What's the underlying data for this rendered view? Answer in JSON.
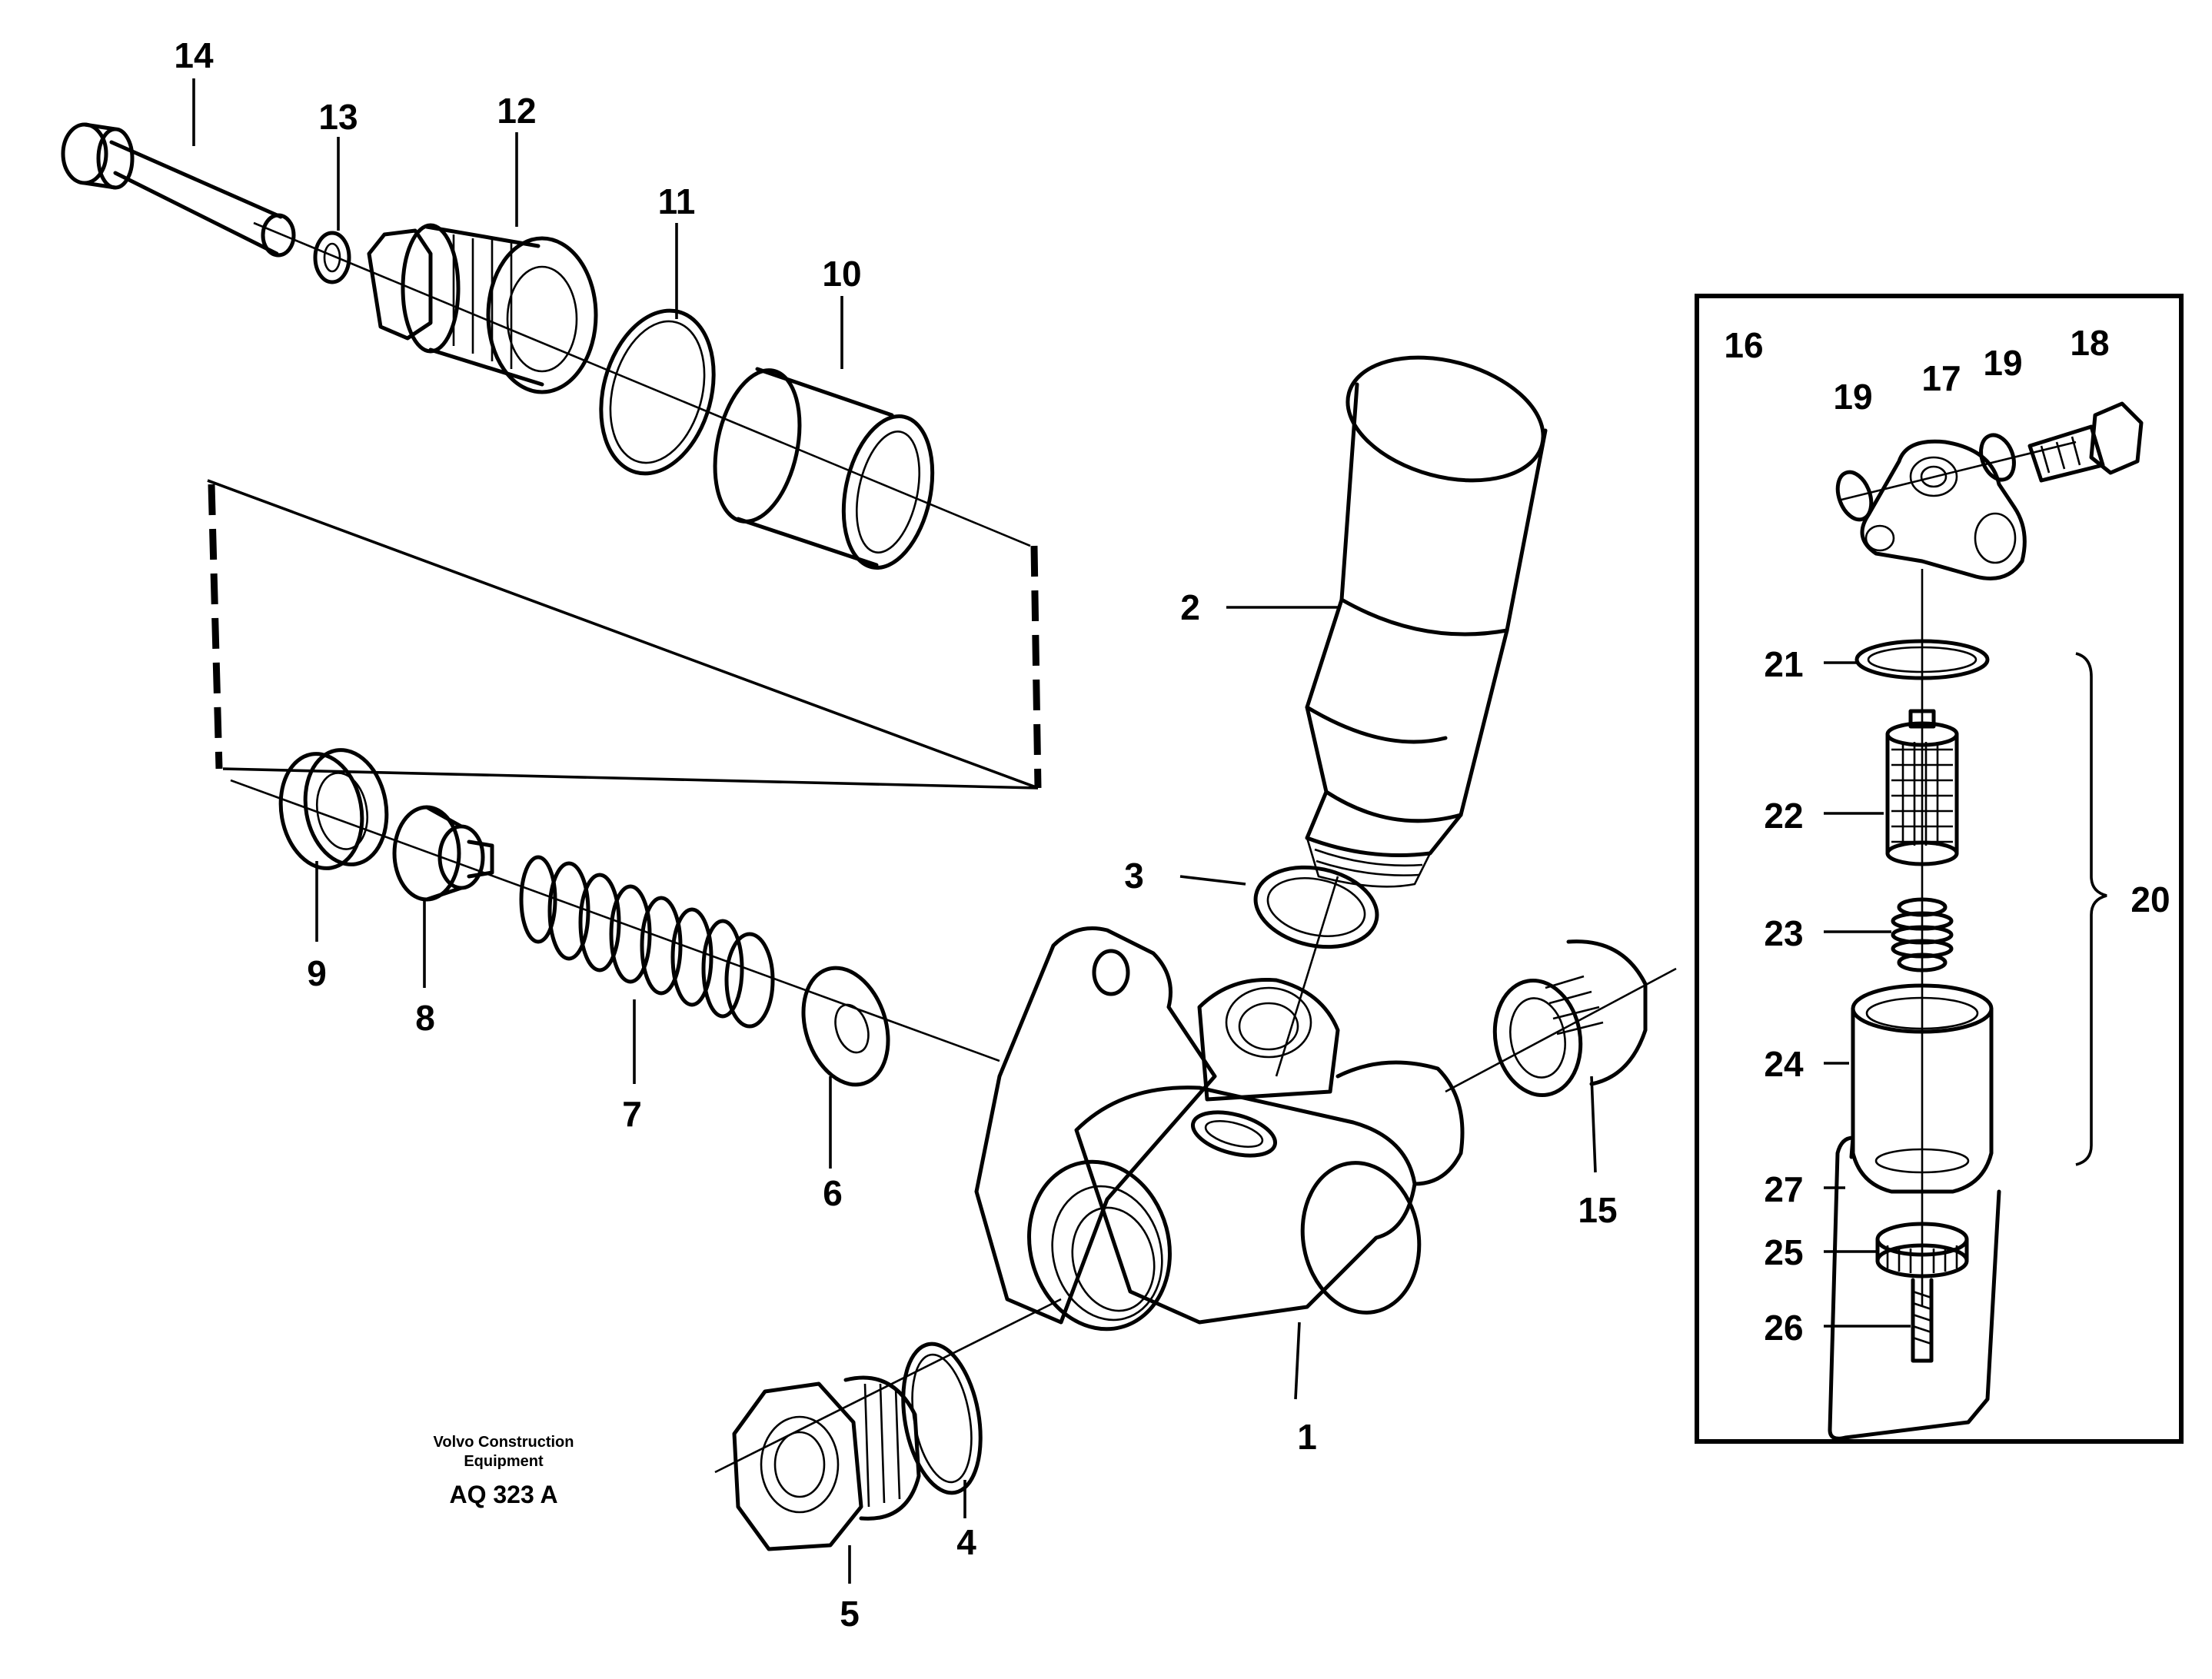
{
  "callouts": [
    "1",
    "2",
    "3",
    "4",
    "5",
    "6",
    "7",
    "8",
    "9",
    "10",
    "11",
    "12",
    "13",
    "14",
    "15",
    "16",
    "17",
    "18",
    "19",
    "19",
    "20",
    "21",
    "22",
    "23",
    "24",
    "25",
    "26",
    "27"
  ],
  "caption": {
    "line1": "Volvo Construction",
    "line2": "Equipment",
    "code": "AQ 323 A"
  }
}
